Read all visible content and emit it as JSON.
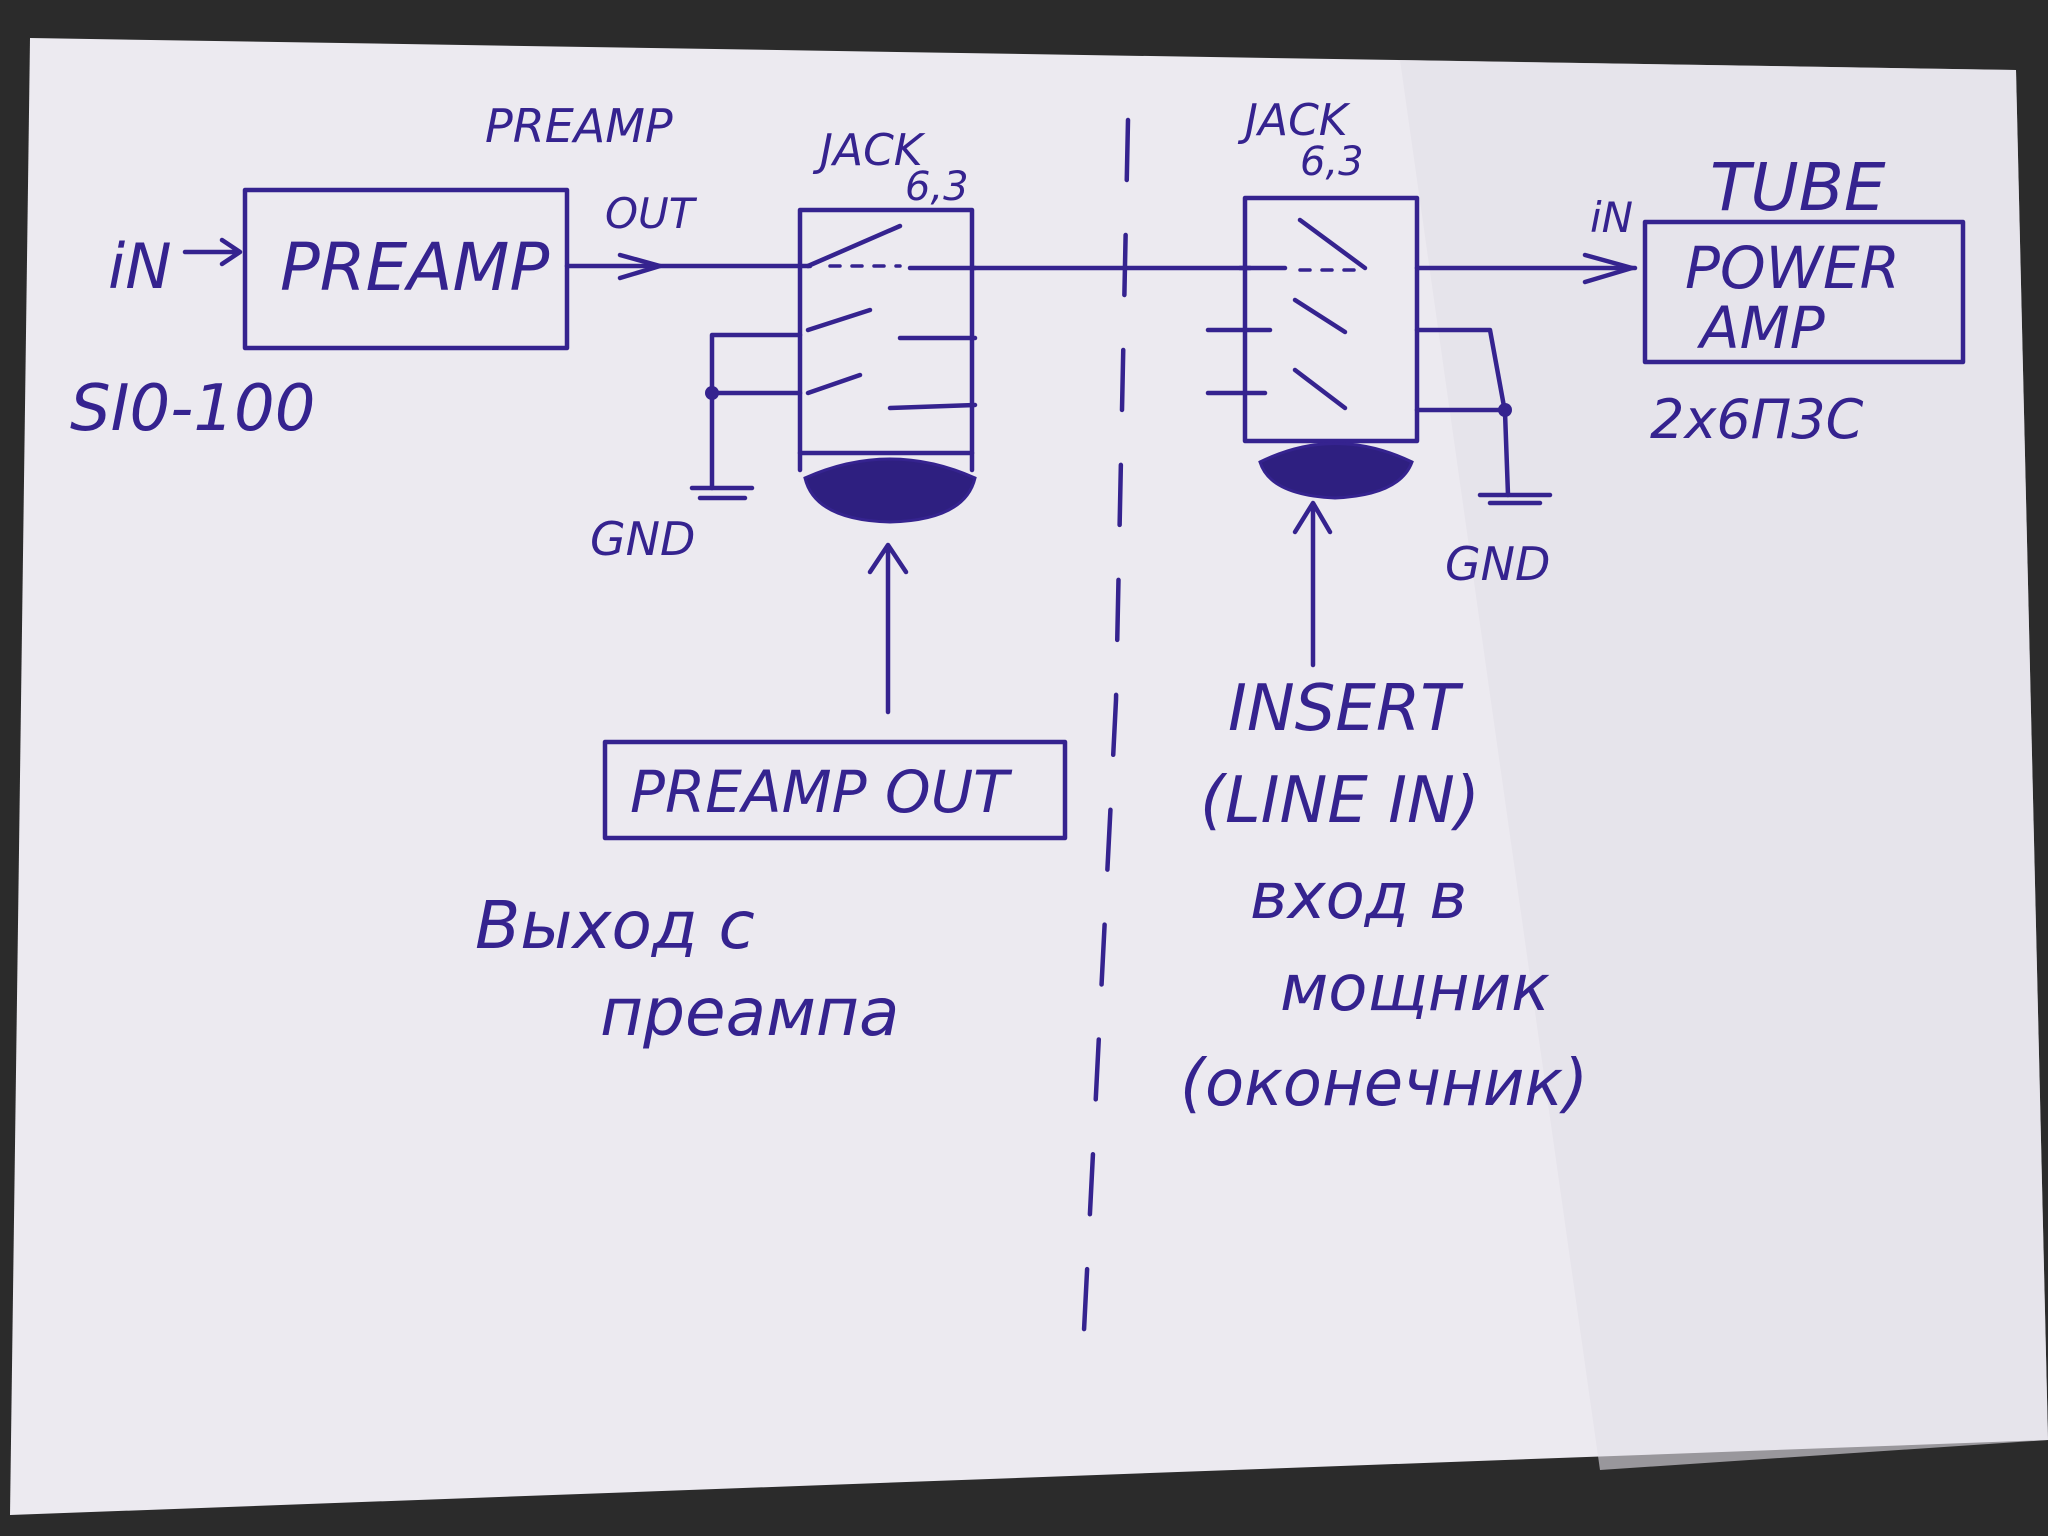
{
  "diagram": {
    "preamp_label_top": "PREAMP",
    "in_label_left": "iN",
    "preamp_block": "PREAMP",
    "out_label": "OUT",
    "model_label": "SI0-100",
    "jack_left_label_line1": "JACK",
    "jack_left_label_line2": "6,3",
    "jack_right_label_line1": "JACK",
    "jack_right_label_line2": "6,3",
    "gnd_left": "GND",
    "gnd_right": "GND",
    "tube_label": "TUBE",
    "in_label_right": "iN",
    "power_amp_line1": "POWER",
    "power_amp_line2": "AMP",
    "tube_type": "2x6П3С",
    "preamp_out_box": "PREAMP OUT",
    "preamp_out_ru_line1": "Выход с",
    "preamp_out_ru_line2": "преампа",
    "insert_line1": "INSERT",
    "insert_line2": "(LINE IN)",
    "insert_ru_line1": "вход в",
    "insert_ru_line2": "мощник",
    "insert_ru_line3": "(оконечник)"
  }
}
